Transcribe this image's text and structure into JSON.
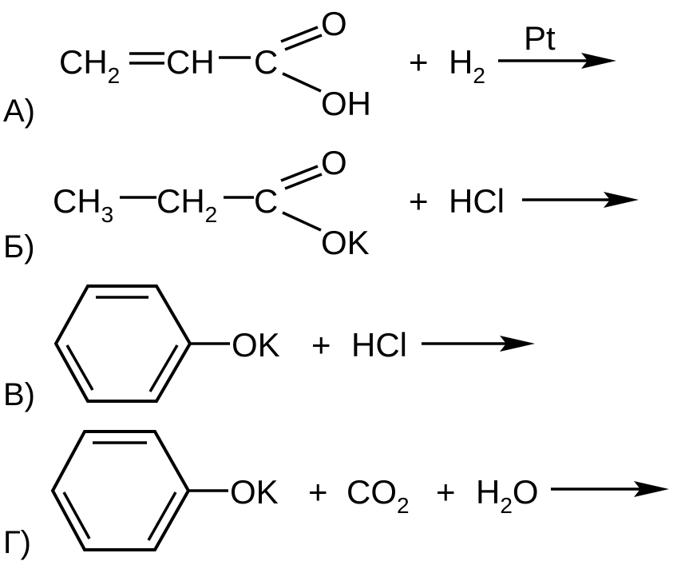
{
  "reactions": [
    {
      "label": "А)",
      "ch2": "CH",
      "ch2_sub": "2",
      "ch": "CH",
      "c": "C",
      "o": "O",
      "oh": "OH",
      "plus": "+",
      "h": "H",
      "h_sub": "2",
      "catalyst": "Pt"
    },
    {
      "label": "Б)",
      "ch3": "CH",
      "ch3_sub": "3",
      "ch2": "CH",
      "ch2_sub": "2",
      "c": "C",
      "o": "O",
      "ok": "OK",
      "plus": "+",
      "hcl": "HCl"
    },
    {
      "label": "В)",
      "ok": "OK",
      "plus": "+",
      "hcl": "HCl"
    },
    {
      "label": "Г)",
      "ok": "OK",
      "plus1": "+",
      "co": "CO",
      "co_sub": "2",
      "plus2": "+",
      "h": "H",
      "h_sub": "2",
      "o": "O"
    }
  ]
}
